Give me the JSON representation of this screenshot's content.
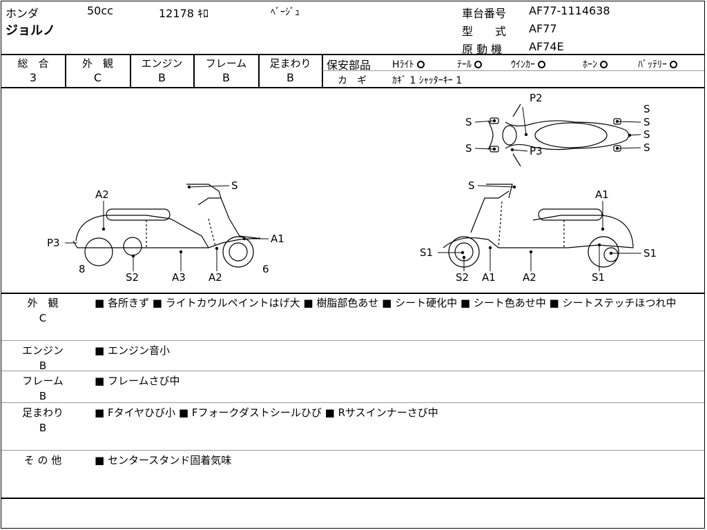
{
  "header": {
    "maker": "ホンダ",
    "displacement": "50cc",
    "mileage": "12178 ｷﾛ",
    "color": "ﾍﾞｰｼﾞｭ",
    "model_name": "ジョルノ",
    "frame_no_label": "車台番号",
    "frame_no": "AF77-1114638",
    "type_label": "型　　式",
    "type_value": "AF77",
    "engine_label": "原 動 機",
    "engine_value": "AF74E"
  },
  "grades": [
    {
      "label": "総　合",
      "value": "3"
    },
    {
      "label": "外　観",
      "value": "C"
    },
    {
      "label": "エンジン",
      "value": "B"
    },
    {
      "label": "フレーム",
      "value": "B"
    },
    {
      "label": "足まわり",
      "value": "B"
    }
  ],
  "safety": {
    "label": "保安部品",
    "items": [
      "Hﾗｲﾄ",
      "ﾃｰﾙ",
      "ｳｲﾝｶｰ",
      "ﾎｰﾝ",
      "ﾊﾞｯﾃﾘｰ"
    ],
    "key_label": "カ　ギ",
    "key_value": "ｶｷﾞ 1 ｼｬｯﾀｰｷｰ 1"
  },
  "diagram": {
    "top_labels": [
      "P2",
      "S",
      "S",
      "S",
      "S",
      "S",
      "S",
      "P3"
    ],
    "left_labels": [
      "S",
      "A2",
      "P3",
      "A1",
      "8",
      "S2",
      "A3",
      "A2",
      "6"
    ],
    "right_labels": [
      "S",
      "A1",
      "S1",
      "S1",
      "S2",
      "A1",
      "A2",
      "S1"
    ]
  },
  "remarks": [
    {
      "label": "外　観",
      "grade": "C",
      "text": "■ 各所きず ■ ライトカウルペイントはげ大 ■ 樹脂部色あせ ■ シート硬化中 ■ シート色あせ中 ■ シートステッチほつれ中"
    },
    {
      "label": "エンジン",
      "grade": "B",
      "text": "■ エンジン音小"
    },
    {
      "label": "フレーム",
      "grade": "B",
      "text": "■ フレームさび中"
    },
    {
      "label": "足まわり",
      "grade": "B",
      "text": "■ Fタイヤひび小 ■ Fフォークダストシールひび ■ Rサスインナーさび中"
    },
    {
      "label": "そ の 他",
      "grade": "",
      "text": "■ センタースタンド固着気味"
    }
  ]
}
